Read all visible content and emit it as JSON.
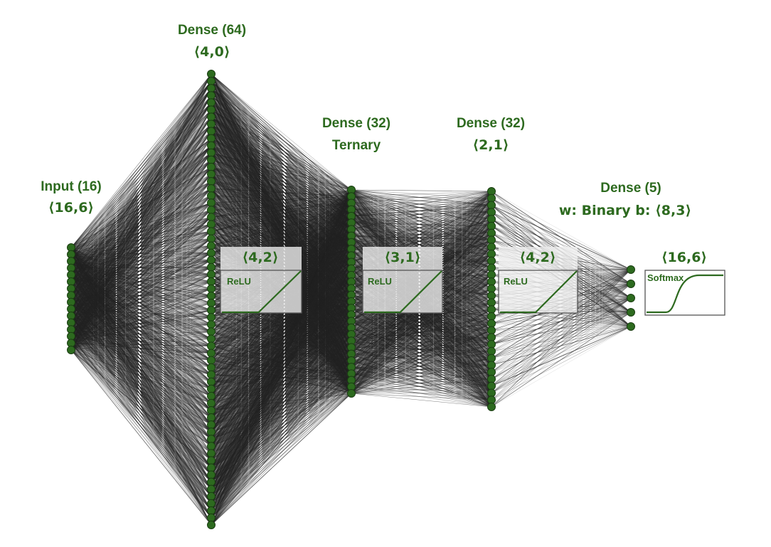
{
  "colors": {
    "accent": "#2d6a1f",
    "node_fill": "#2d6a1f",
    "node_stroke": "#1a3d12",
    "edge": "#222222",
    "panel_fill": "#eeeeee",
    "panel_stroke": "#555555"
  },
  "layers": [
    {
      "id": "input",
      "title": "Input (16)",
      "subtitle": "⟨16,6⟩",
      "units": 16
    },
    {
      "id": "dense-64",
      "title": "Dense (64)",
      "subtitle": "⟨4,0⟩",
      "units": 64
    },
    {
      "id": "dense-32-ternary",
      "title": "Dense (32)",
      "subtitle": "Ternary",
      "units": 32
    },
    {
      "id": "dense-32",
      "title": "Dense (32)",
      "subtitle": "⟨2,1⟩",
      "units": 32
    },
    {
      "id": "dense-5",
      "title": "Dense (5)",
      "subtitle": "w: Binary b: ⟨8,3⟩",
      "units": 5
    }
  ],
  "activations": [
    {
      "name": "ReLU",
      "quant": "⟨4,2⟩",
      "shape": "relu"
    },
    {
      "name": "ReLU",
      "quant": "⟨3,1⟩",
      "shape": "relu"
    },
    {
      "name": "ReLU",
      "quant": "⟨4,2⟩",
      "shape": "relu"
    },
    {
      "name": "Softmax",
      "quant": "⟨16,6⟩",
      "shape": "sigmoid"
    }
  ]
}
